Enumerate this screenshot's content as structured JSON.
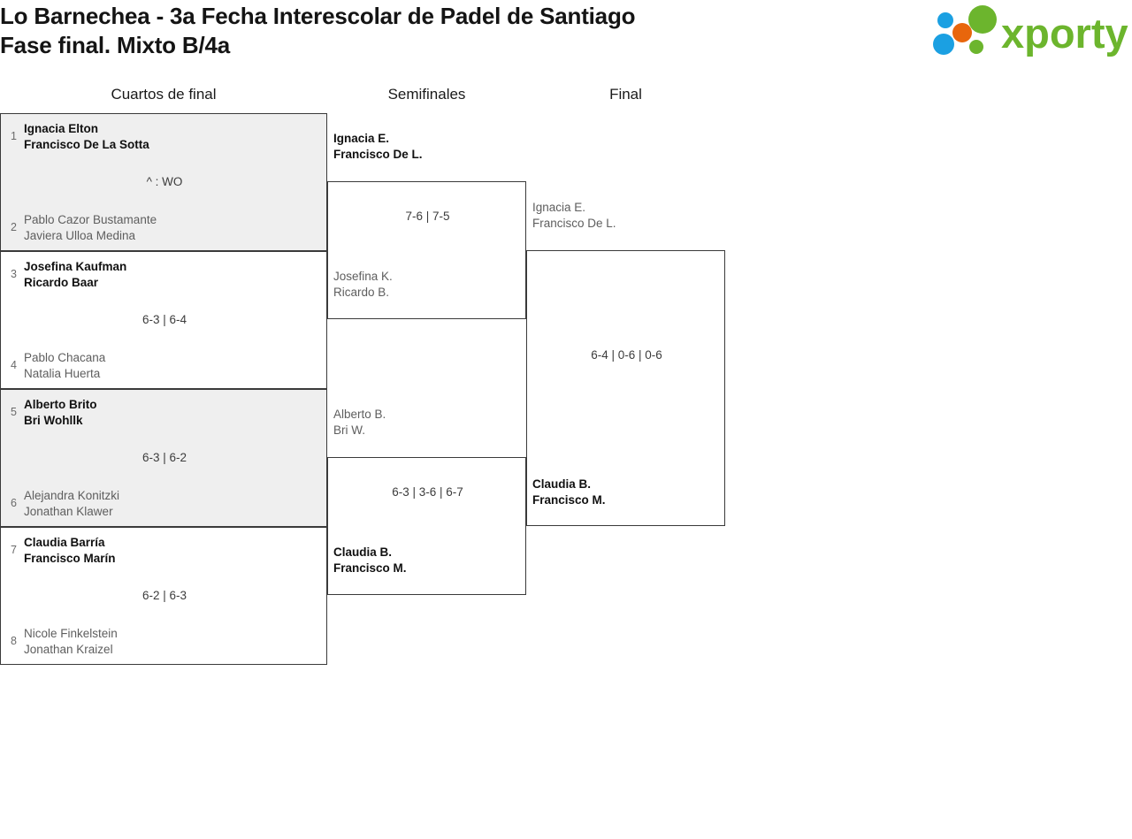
{
  "header": {
    "title_line1": "Lo Barnechea - 3a Fecha Interescolar de Padel de Santiago",
    "title_line2": "Fase final. Mixto B/4a",
    "logo_text": "xporty",
    "logo_colors": {
      "green": "#6cb52d",
      "orange": "#e8660c",
      "blue": "#1ba0e2"
    }
  },
  "rounds": [
    {
      "label": "Cuartos de final"
    },
    {
      "label": "Semifinales"
    },
    {
      "label": "Final"
    }
  ],
  "quarterfinals": [
    {
      "shaded": true,
      "top": {
        "seed": "1",
        "p1": "Ignacia Elton",
        "p2": "Francisco De La Sotta",
        "winner": true
      },
      "bottom": {
        "seed": "2",
        "p1": "Pablo Cazor Bustamante",
        "p2": "Javiera Ulloa Medina",
        "winner": false
      },
      "score": "^ : WO"
    },
    {
      "shaded": false,
      "top": {
        "seed": "3",
        "p1": "Josefina Kaufman",
        "p2": "Ricardo Baar",
        "winner": true
      },
      "bottom": {
        "seed": "4",
        "p1": "Pablo Chacana",
        "p2": "Natalia Huerta",
        "winner": false
      },
      "score": "6-3 | 6-4"
    },
    {
      "shaded": true,
      "top": {
        "seed": "5",
        "p1": "Alberto Brito",
        "p2": "Bri Wohllk",
        "winner": true
      },
      "bottom": {
        "seed": "6",
        "p1": "Alejandra Konitzki",
        "p2": "Jonathan Klawer",
        "winner": false
      },
      "score": "6-3 | 6-2"
    },
    {
      "shaded": false,
      "top": {
        "seed": "7",
        "p1": "Claudia Barría",
        "p2": "Francisco Marín",
        "winner": true
      },
      "bottom": {
        "seed": "8",
        "p1": "Nicole Finkelstein",
        "p2": "Jonathan Kraizel",
        "winner": false
      },
      "score": "6-2 | 6-3"
    }
  ],
  "semifinals": [
    {
      "top": {
        "p1": "Ignacia E.",
        "p2": "Francisco De L.",
        "winner": true
      },
      "bottom": {
        "p1": "Josefina K.",
        "p2": "Ricardo B.",
        "winner": false
      },
      "score": "7-6 | 7-5"
    },
    {
      "top": {
        "p1": "Alberto B.",
        "p2": "Bri W.",
        "winner": false
      },
      "bottom": {
        "p1": "Claudia B.",
        "p2": "Francisco M.",
        "winner": true
      },
      "score": "6-3 | 3-6 | 6-7"
    }
  ],
  "final": {
    "top": {
      "p1": "Ignacia E.",
      "p2": "Francisco De L.",
      "winner": false
    },
    "bottom": {
      "p1": "Claudia B.",
      "p2": "Francisco M.",
      "winner": true
    },
    "score": "6-4 | 0-6 | 0-6"
  }
}
